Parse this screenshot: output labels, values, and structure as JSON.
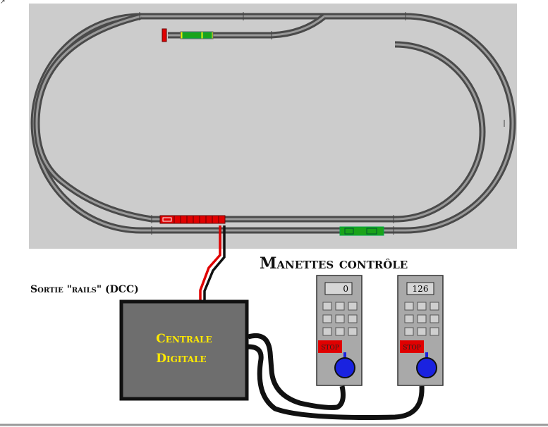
{
  "labels": {
    "output": "Sortie \"rails\" (DCC)",
    "station_line1": "Centrale",
    "station_line2": "Digitale",
    "throttles_title": "Manettes contrôle"
  },
  "throttles": [
    {
      "display": "0",
      "stop_label": "STOP"
    },
    {
      "display": "126",
      "stop_label": "STOP"
    }
  ],
  "colors": {
    "layout_bg": "#cccccc",
    "track": "#4a4a4a",
    "station_bg": "#6e6e6e",
    "station_text": "#ffea00",
    "stop_red": "#e00000",
    "knob_blue": "#1a22e0",
    "loco_red": "#e00000",
    "loco_green": "#1aa31a",
    "loco_yellow": "#eef000"
  },
  "icons": [
    "cursor-icon",
    "maximize-icon"
  ]
}
